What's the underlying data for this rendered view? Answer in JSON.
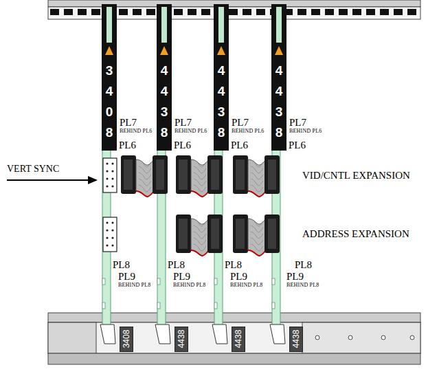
{
  "diagram": {
    "nodes": [
      {
        "text": [
          "3408"
        ]
      },
      {
        "text": [
          "4438"
        ]
      },
      {
        "text": [
          "4438"
        ]
      },
      {
        "text": [
          "4438"
        ]
      },
      {
        "text": [
          "3408"
        ]
      },
      {
        "text": [
          "4438"
        ]
      },
      {
        "text": [
          "4438"
        ]
      },
      {
        "text": [
          "4438"
        ]
      }
    ],
    "labels": [
      "PL7",
      "BEHIND PL6",
      "PL7",
      "BEHIND PL6",
      "PL7",
      "BEHIND PL6",
      "PL7",
      "BEHIND PL6",
      "PL6",
      "PL6",
      "PL6",
      "PL6",
      "VERT SYNC",
      "VID/CNTL EXPANSION",
      "ADDRESS EXPANSION",
      "PL8",
      "PL8",
      "PL8",
      "PL8",
      "PL9",
      "BEHIND PL8",
      "PL9",
      "BEHIND PL8",
      "PL9",
      "BEHIND PL8",
      "PL9",
      "BEHIND PL8"
    ]
  }
}
